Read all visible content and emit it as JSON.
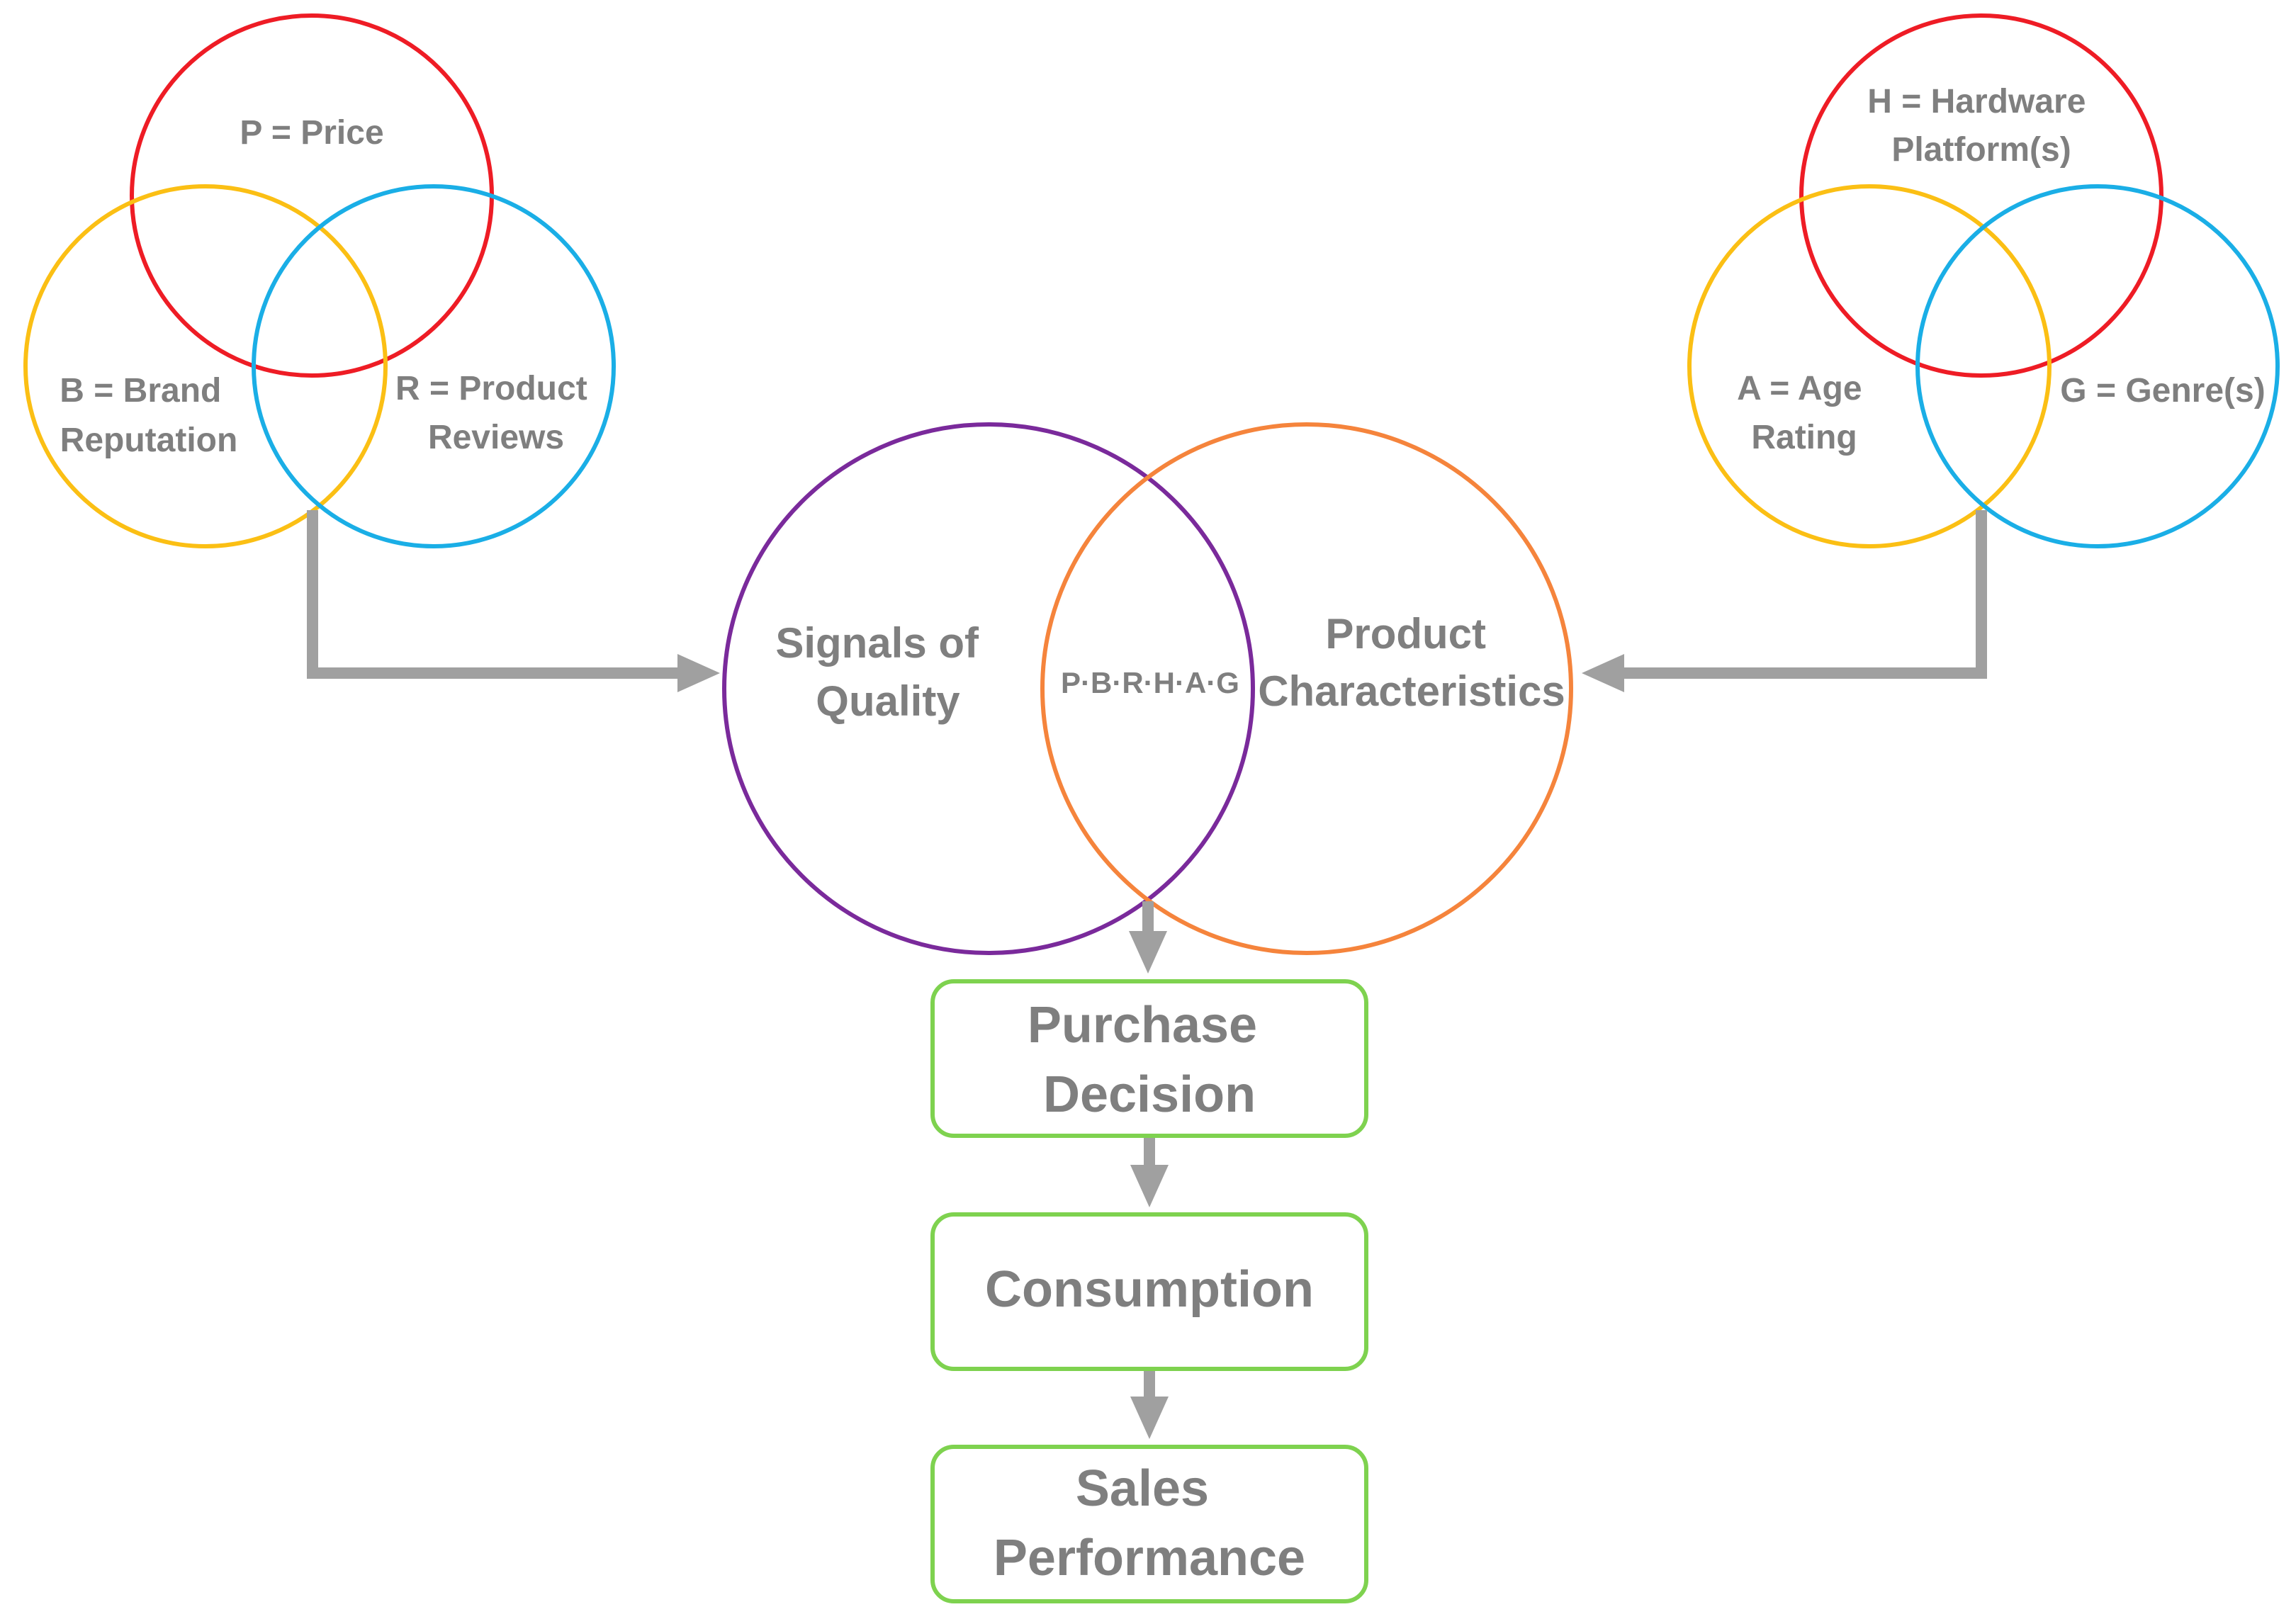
{
  "left_venn": {
    "price": [
      "P = Price"
    ],
    "brand": [
      "B = Brand",
      "Reputation"
    ],
    "reviews": [
      "R = Product",
      "Reviews"
    ]
  },
  "right_venn": {
    "hardware": [
      "H = Hardware",
      "Platform(s)"
    ],
    "age": [
      "A = Age",
      "Rating"
    ],
    "genre": [
      "G = Genre(s)"
    ]
  },
  "center_venn": {
    "signals": [
      "Signals of",
      "Quality"
    ],
    "characteristics": [
      "Product",
      "Characteristics"
    ],
    "intersection": "P·B·R·H·A·G"
  },
  "flow": {
    "purchase": [
      "Purchase",
      "Decision"
    ],
    "consumption": [
      "Consumption"
    ],
    "sales": [
      "Sales",
      "Performance"
    ]
  },
  "colors": {
    "red": "#ee1c25",
    "yellow": "#fbbf14",
    "blue": "#1aaee6",
    "purple": "#7a2a9b",
    "orange": "#f5843c",
    "green": "#7ed24f",
    "arrow": "#a0a0a0",
    "text": "#7f7f7f"
  }
}
